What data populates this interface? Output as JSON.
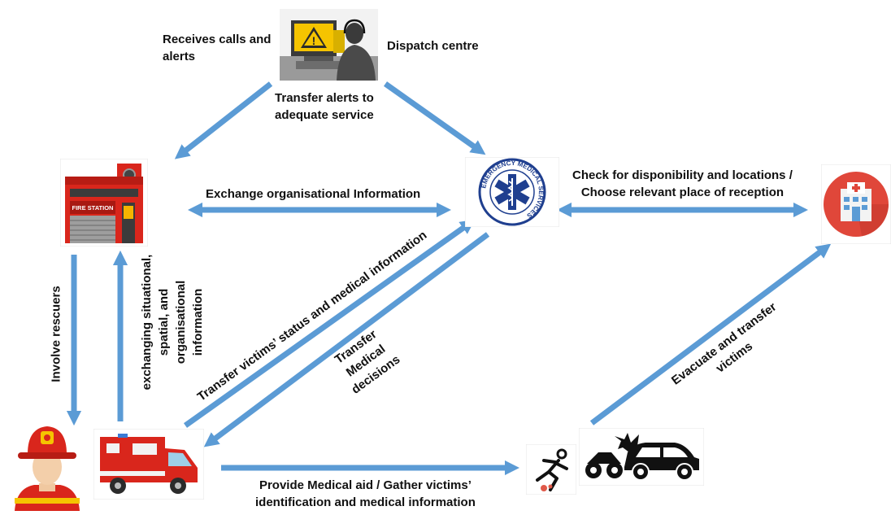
{
  "colors": {
    "arrow": "#5b9bd5",
    "fire_red": "#d9261c",
    "ems_blue": "#1f3f8f",
    "hospital_red": "#e0473a"
  },
  "nodes": {
    "dispatch": {
      "label": "Dispatch centre",
      "icon": "dispatch-operator-icon",
      "screen_mark": "!"
    },
    "fire_station": {
      "sign": "FIRE STATION",
      "icon": "fire-station-icon"
    },
    "ems": {
      "ring_text": "EMERGENCY MEDICAL SERVICES",
      "icon": "ems-star-of-life-icon"
    },
    "hospital": {
      "icon": "hospital-icon"
    },
    "firefighter": {
      "icon": "firefighter-icon"
    },
    "ambulance": {
      "icon": "ambulance-icon"
    },
    "accident": {
      "icon": "car-crash-icon"
    },
    "victim": {
      "icon": "injured-runner-icon"
    }
  },
  "edges": {
    "receives": {
      "line1": "Receives calls and",
      "line2": "alerts"
    },
    "transfer_alerts": {
      "line1": "Transfer alerts to",
      "line2": "adequate service"
    },
    "exchange_org": {
      "text": "Exchange organisational Information"
    },
    "check_disponibility": {
      "line1": "Check for disponibility and locations /",
      "line2": "Choose relevant place of reception"
    },
    "involve_rescuers": {
      "text": "Involve rescuers"
    },
    "exchanging_info": {
      "line1": "exchanging situational,",
      "line2": "spatial, and",
      "line3": "organisational",
      "line4": "information"
    },
    "transfer_status": {
      "text": "Transfer victims’ status and medical information"
    },
    "transfer_medical": {
      "line1": "Transfer",
      "line2": "Medical",
      "line3": "decisions"
    },
    "evacuate": {
      "line1": "Evacuate and transfer",
      "line2": "victims"
    },
    "provide_aid": {
      "line1": "Provide Medical aid / Gather victims’",
      "line2": "identification and medical information"
    }
  }
}
